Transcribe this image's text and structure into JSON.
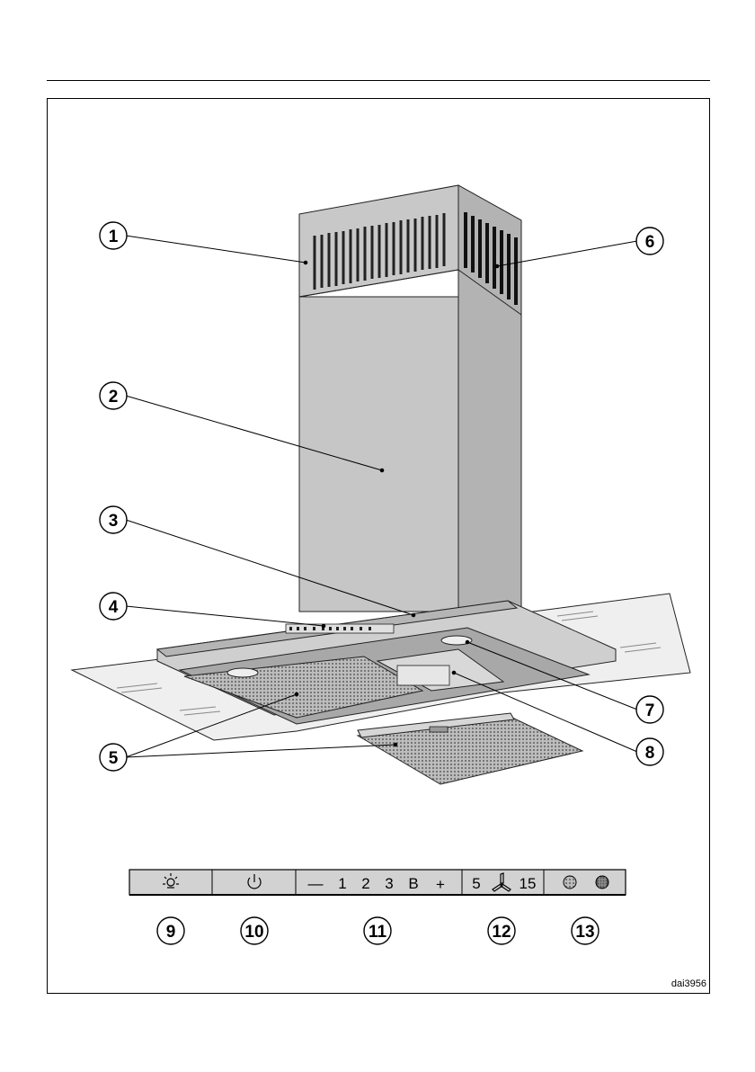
{
  "callouts": [
    "1",
    "2",
    "3",
    "4",
    "5",
    "6",
    "7",
    "8",
    "9",
    "10",
    "11",
    "12",
    "13"
  ],
  "control_panel": {
    "light_icon": "light-bulb-icon",
    "power_icon": "power-icon",
    "fan_minus": "—",
    "fan_levels": [
      "1",
      "2",
      "3",
      "B"
    ],
    "fan_plus": "+",
    "timer_short": "5",
    "timer_fan_icon": "fan-icon",
    "timer_long": "15",
    "filter_icons": [
      "grease-filter-icon",
      "charcoal-filter-icon"
    ]
  },
  "reference_code": "dai3956",
  "colors": {
    "chimney": "#c6c6c6",
    "chimney_side": "#b4b4b4",
    "glass": "#eeeeee",
    "panel": "#d2d2d2"
  }
}
